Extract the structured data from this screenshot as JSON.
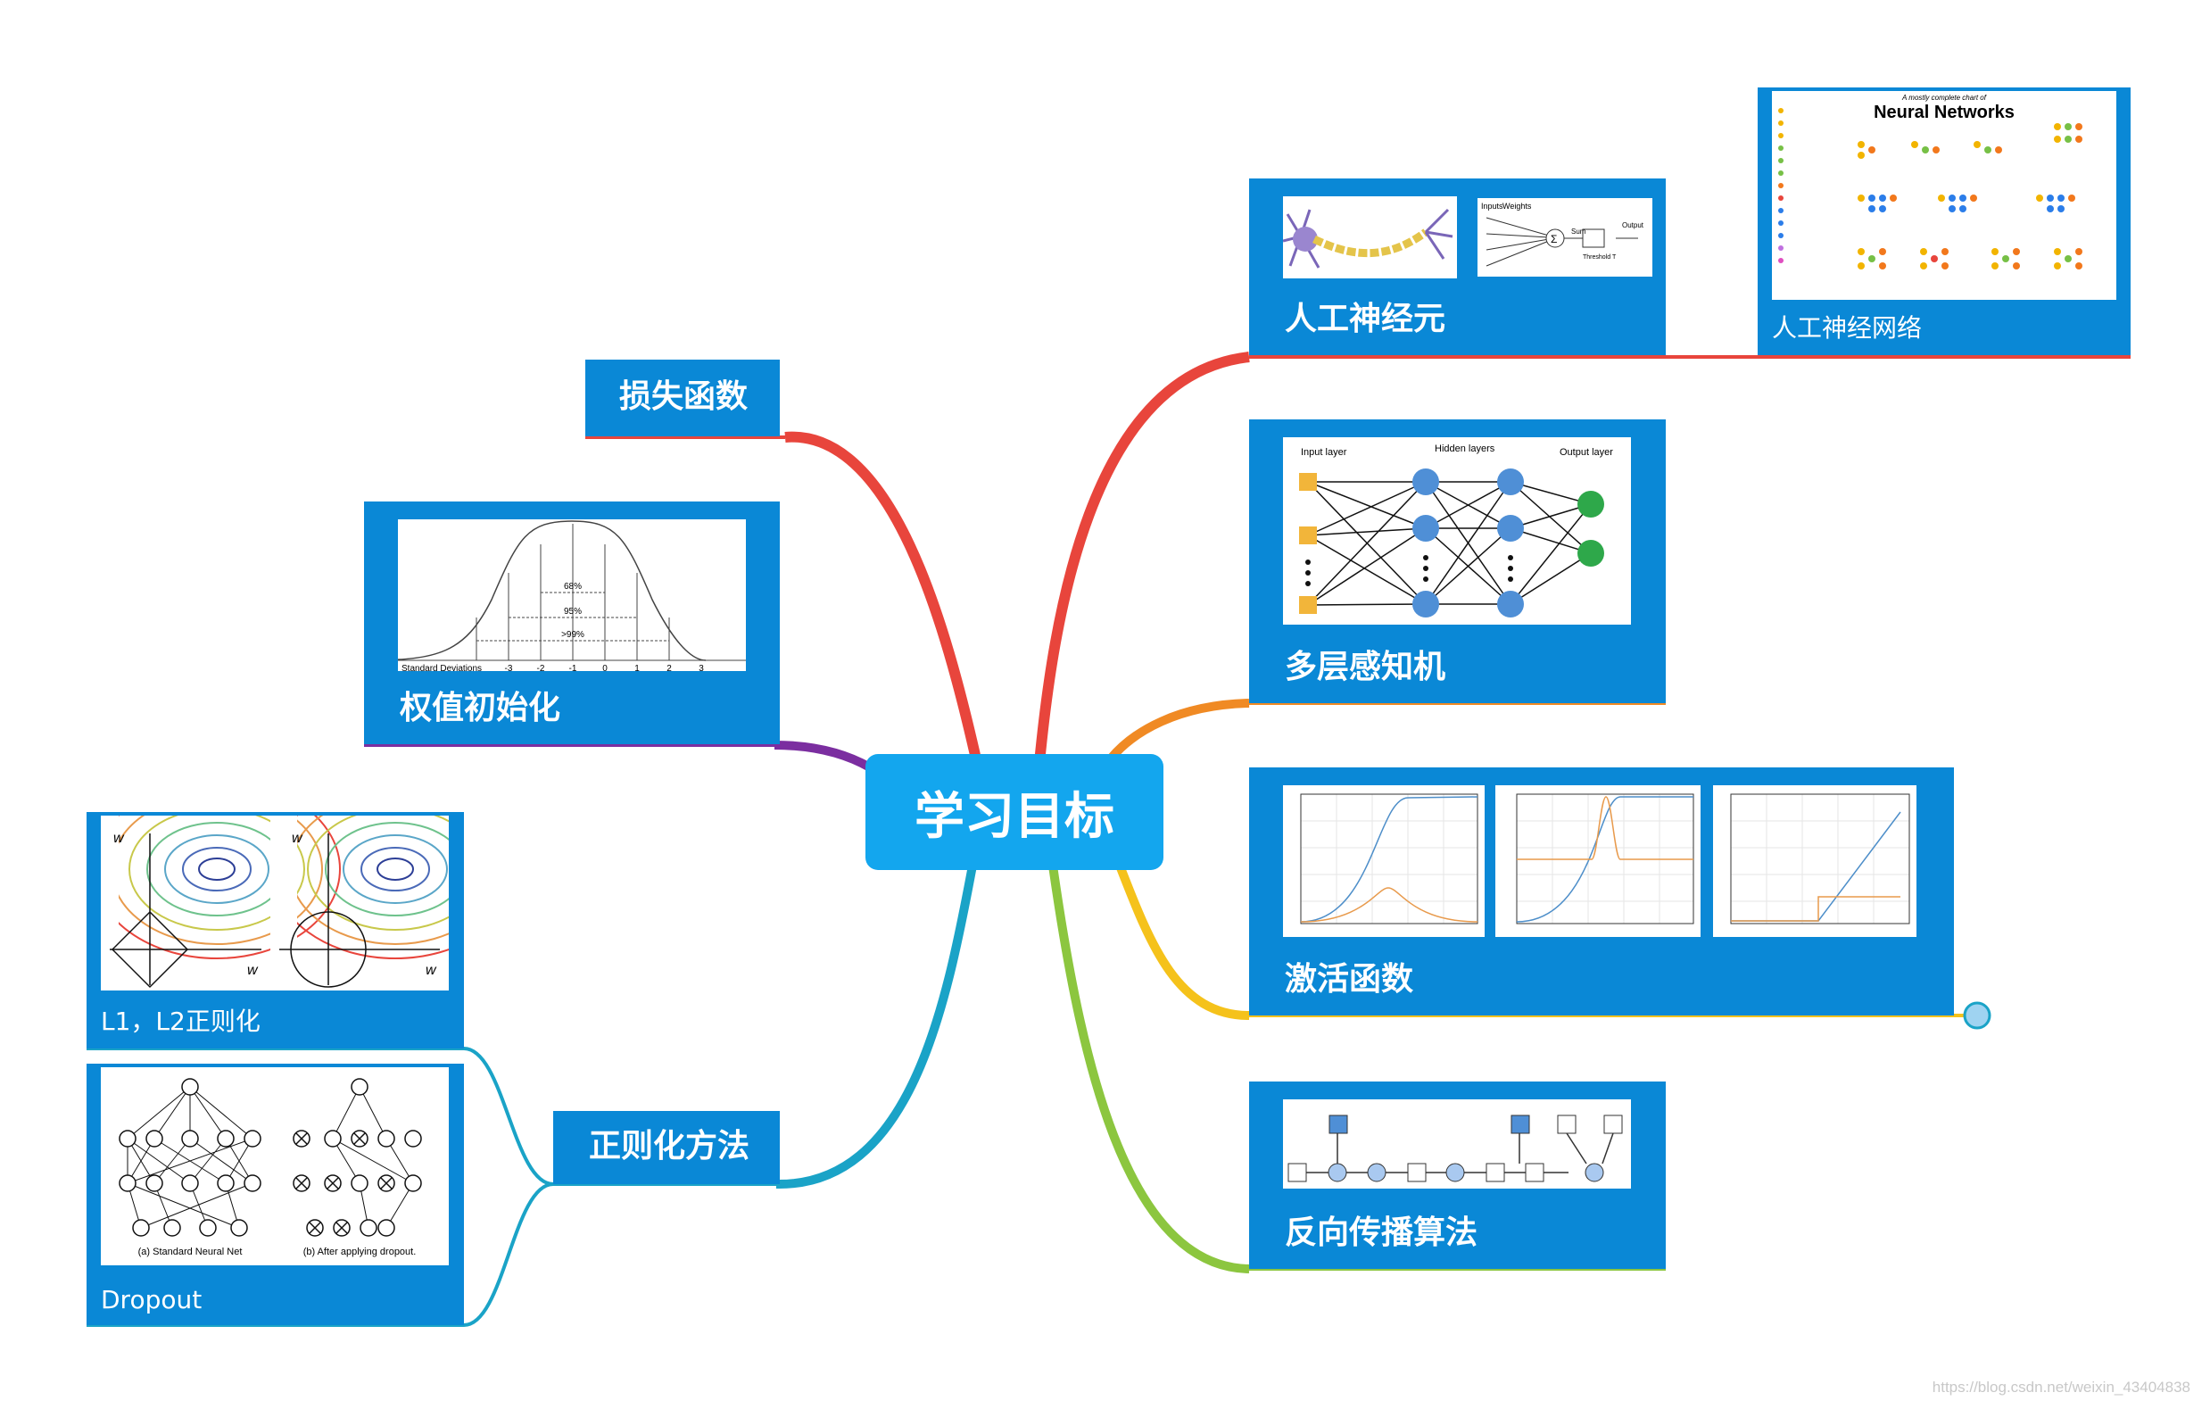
{
  "center_topic": "学习目标",
  "colors": {
    "center": "#13a6ee",
    "node_bg": "#0a88d6",
    "branch_red": "#e8453c",
    "branch_purple": "#7b2ea0",
    "branch_teal": "#1aa3c7",
    "branch_orange": "#f08a24",
    "branch_yellow": "#f5c21b",
    "branch_green": "#8cc63f"
  },
  "nodes": {
    "artificial_neuron": {
      "label": "人工神经元",
      "img_labels": {
        "inputs": "Inputs",
        "weights": "Weights",
        "sum": "Sum",
        "threshold": "Threshold T",
        "output": "Output"
      }
    },
    "ann": {
      "label": "人工神经网络",
      "chart_subtitle": "A mostly complete chart of",
      "chart_title": "Neural Networks"
    },
    "mlp": {
      "label": "多层感知机",
      "layer_labels": [
        "Input layer",
        "Hidden layers",
        "Output layer"
      ]
    },
    "activation": {
      "label": "激活函数"
    },
    "backprop": {
      "label": "反向传播算法"
    },
    "loss": {
      "label": "损失函数"
    },
    "weight_init": {
      "label": "权值初始化",
      "percent_labels": [
        "68%",
        "95%",
        ">99%"
      ],
      "axis_title": "Standard Deviations",
      "ticks": [
        "-3",
        "-2",
        "-1",
        "0",
        "1",
        "2",
        "3"
      ]
    },
    "regularization": {
      "label": "正则化方法"
    },
    "l1l2": {
      "label": "L1，L2正则化"
    },
    "dropout": {
      "label": "Dropout",
      "caption_a": "(a) Standard Neural Net",
      "caption_b": "(b) After applying dropout."
    }
  },
  "watermark": "https://blog.csdn.net/weixin_43404838"
}
